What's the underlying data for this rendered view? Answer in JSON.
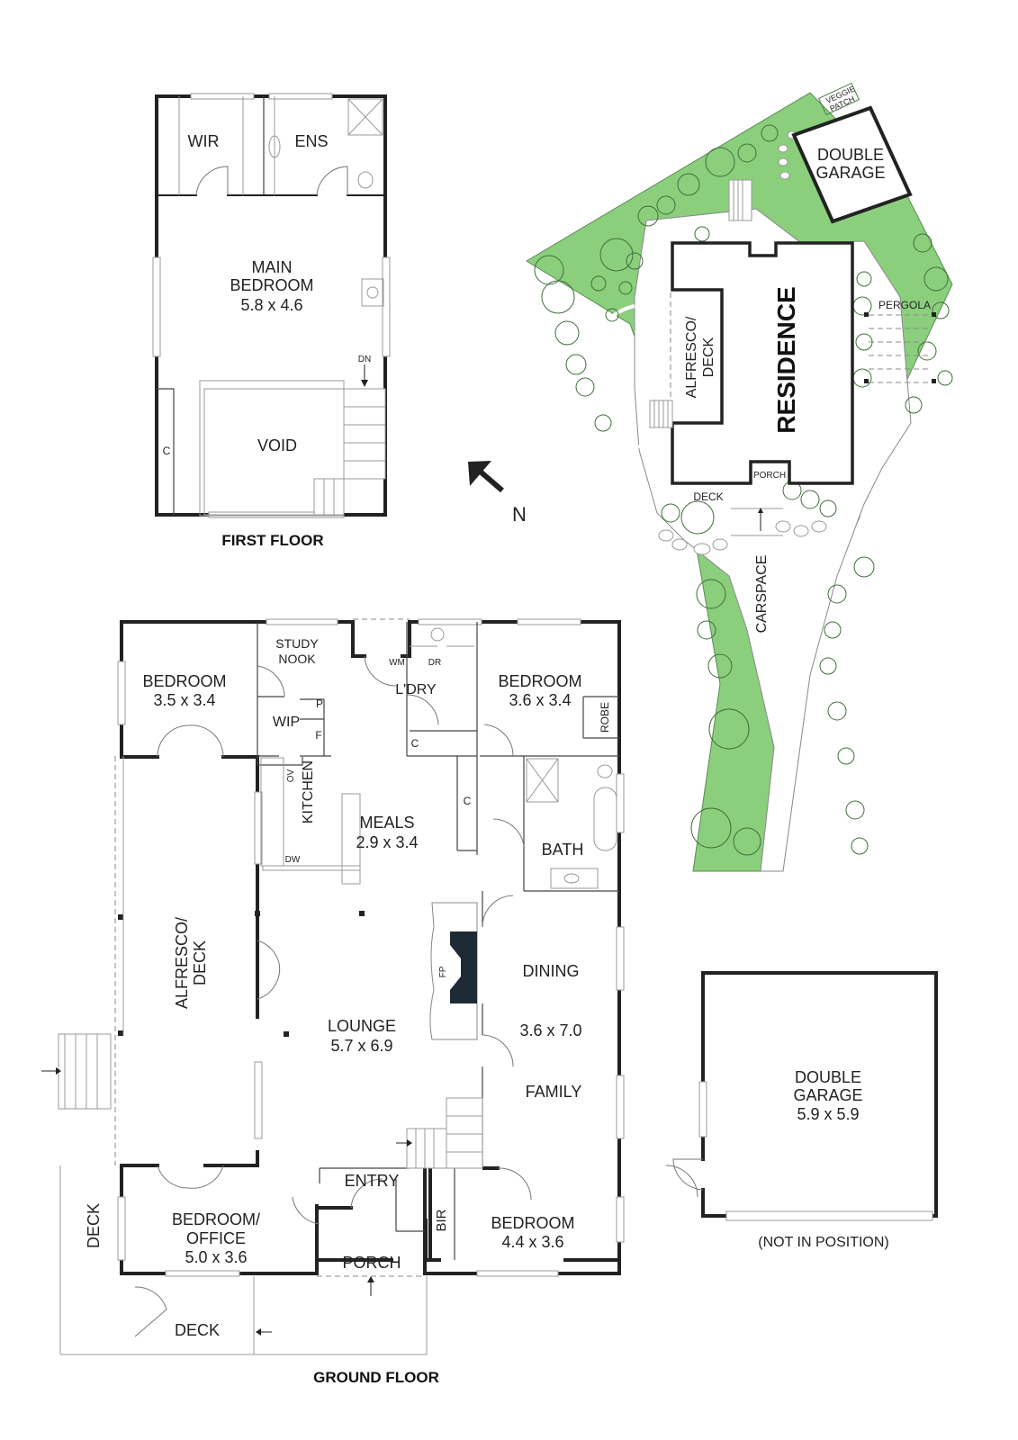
{
  "first_floor": {
    "title": "FIRST FLOOR",
    "rooms": [
      {
        "id": "wir",
        "label": "WIR"
      },
      {
        "id": "ens",
        "label": "ENS"
      },
      {
        "id": "main_bedroom",
        "label_line1": "MAIN",
        "label_line2": "BEDROOM",
        "dims": "5.8 x 4.6"
      },
      {
        "id": "void",
        "label": "VOID"
      },
      {
        "id": "cupboard",
        "label": "C"
      }
    ],
    "stair_label": "DN"
  },
  "compass": {
    "label": "N",
    "icon": "north-arrow-icon"
  },
  "site_plan": {
    "residence_label": "RESIDENCE",
    "alfresco_line1": "ALFRESCO/",
    "alfresco_line2": "DECK",
    "garage_line1": "DOUBLE",
    "garage_line2": "GARAGE",
    "veggie_line1": "VEGGIE",
    "veggie_line2": "PATCH",
    "pergola_label": "PERGOLA",
    "porch_label": "PORCH",
    "deck_label": "DECK",
    "carspace_label": "CARSPACE",
    "landscape_color": "#8bcf7d"
  },
  "ground_floor": {
    "title": "GROUND FLOOR",
    "rooms": {
      "bedroom_nw": {
        "label": "BEDROOM",
        "dims": "3.5 x 3.4"
      },
      "study_nook": {
        "line1": "STUDY",
        "line2": "NOOK"
      },
      "wip": {
        "label": "WIP",
        "pantry": "P",
        "fridge": "F"
      },
      "laundry": {
        "label": "L'DRY",
        "wm": "WM",
        "dr": "DR",
        "cupboard": "C"
      },
      "bedroom_ne": {
        "label": "BEDROOM",
        "dims": "3.6 x 3.4",
        "robe": "ROBE"
      },
      "kitchen": {
        "label": "KITCHEN",
        "ov": "OV",
        "dw": "DW"
      },
      "meals": {
        "label": "MEALS",
        "dims": "2.9 x 3.4",
        "cupboard": "C"
      },
      "bath": {
        "label": "BATH"
      },
      "alfresco": {
        "line1": "ALFRESCO/",
        "line2": "DECK"
      },
      "lounge": {
        "label": "LOUNGE",
        "dims": "5.7 x 6.9",
        "fp": "FP"
      },
      "dining": {
        "label": "DINING",
        "dims": "3.6 x 7.0"
      },
      "family": {
        "label": "FAMILY"
      },
      "entry": {
        "label": "ENTRY"
      },
      "bedroom_office": {
        "line1": "BEDROOM/",
        "line2": "OFFICE",
        "dims": "5.0 x 3.6"
      },
      "porch": {
        "label": "PORCH"
      },
      "bir": {
        "label": "BIR"
      },
      "bedroom_se": {
        "label": "BEDROOM",
        "dims": "4.4 x 3.6"
      },
      "deck_side": {
        "label": "DECK"
      },
      "deck_front": {
        "label": "DECK"
      }
    }
  },
  "garage_plan": {
    "line1": "DOUBLE",
    "line2": "GARAGE",
    "dims": "5.9 x 5.9",
    "note": "(NOT IN POSITION)"
  }
}
